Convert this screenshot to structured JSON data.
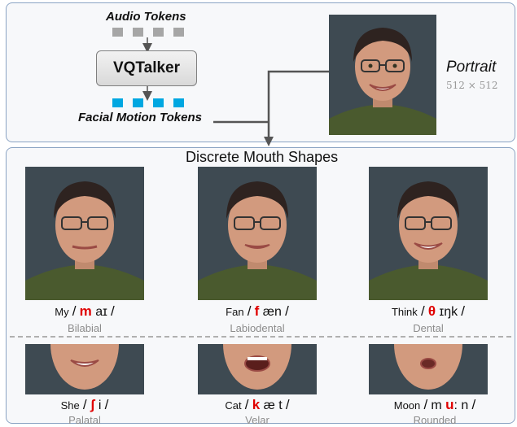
{
  "top": {
    "audio_label": "Audio Tokens",
    "model_label": "VQTalker",
    "motion_label": "Facial Motion Tokens",
    "portrait_label": "Portrait",
    "portrait_size": "512 × 512"
  },
  "bottom": {
    "title": "Discrete Mouth Shapes",
    "shapes": [
      {
        "word": "My",
        "pre": "",
        "red": "m",
        "post": " aɪ",
        "category": "Bilabial"
      },
      {
        "word": "Fan",
        "pre": "",
        "red": "f",
        "post": " æn",
        "category": "Labiodental"
      },
      {
        "word": "Think",
        "pre": "",
        "red": "θ",
        "post": " ɪŋk",
        "category": "Dental"
      },
      {
        "word": "She",
        "pre": "",
        "red": "ʃ",
        "post": " i",
        "category": "Palatal"
      },
      {
        "word": "Cat",
        "pre": "",
        "red": "k",
        "post": " æ t",
        "category": "Velar"
      },
      {
        "word": "Moon",
        "pre": "m ",
        "red": "u",
        "post": ": n",
        "category": "Rounded"
      }
    ]
  },
  "colors": {
    "audio_token": "#a6a6a6",
    "motion_token": "#00a7e1",
    "highlight": "#e00000",
    "panel_border": "#8aa3c3"
  }
}
